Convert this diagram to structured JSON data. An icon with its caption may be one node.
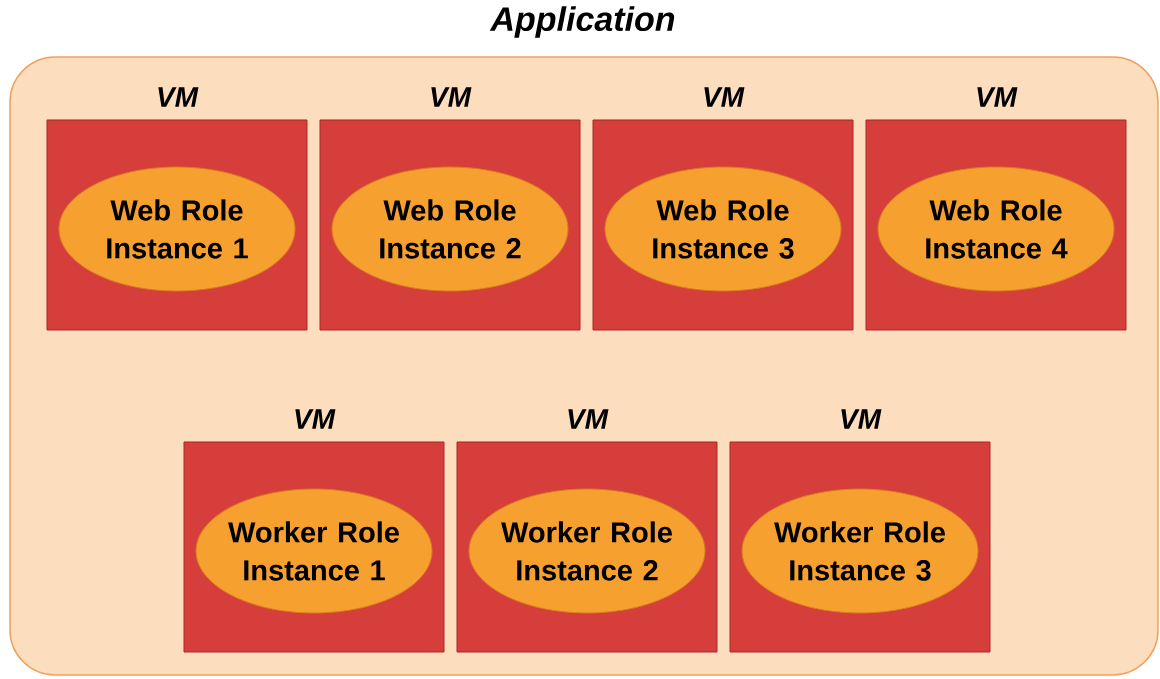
{
  "diagram": {
    "nodes": [
      {
        "text": [
          "Application"
        ]
      },
      {
        "text": [
          "VM"
        ],
        "in": 0
      },
      {
        "text": [
          "Web Role Instance 1"
        ],
        "in": 1
      },
      {
        "text": [
          "VM"
        ],
        "in": 0
      },
      {
        "text": [
          "Web Role Instance 2"
        ],
        "in": 3
      },
      {
        "text": [
          "VM"
        ],
        "in": 0
      },
      {
        "text": [
          "Web Role Instance 3"
        ],
        "in": 5
      },
      {
        "text": [
          "VM"
        ],
        "in": 0
      },
      {
        "text": [
          "Web Role Instance 4"
        ],
        "in": 7
      },
      {
        "text": [
          "VM"
        ],
        "in": 0
      },
      {
        "text": [
          "Worker Role Instance 1"
        ],
        "in": 9
      },
      {
        "text": [
          "VM"
        ],
        "in": 0
      },
      {
        "text": [
          "Worker Role Instance 2"
        ],
        "in": 11
      },
      {
        "text": [
          "VM"
        ],
        "in": 0
      },
      {
        "text": [
          "Worker Role Instance 3"
        ],
        "in": 13
      }
    ],
    "edges": []
  }
}
